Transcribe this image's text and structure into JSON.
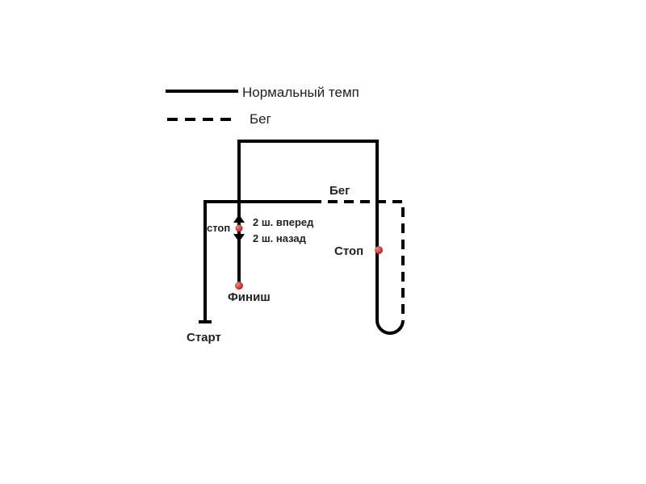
{
  "legend": {
    "solid_label": "Нормальный темп",
    "dashed_label": "Бег"
  },
  "labels": {
    "run": "Бег",
    "stop_lower": "стоп",
    "forward": "2 ш. вперед",
    "back": "2 ш. назад",
    "stop_upper": "Стоп",
    "finish": "Финиш",
    "start": "Старт"
  },
  "colors": {
    "line": "#000000",
    "marker": "#c0302e",
    "background": "#ffffff"
  }
}
